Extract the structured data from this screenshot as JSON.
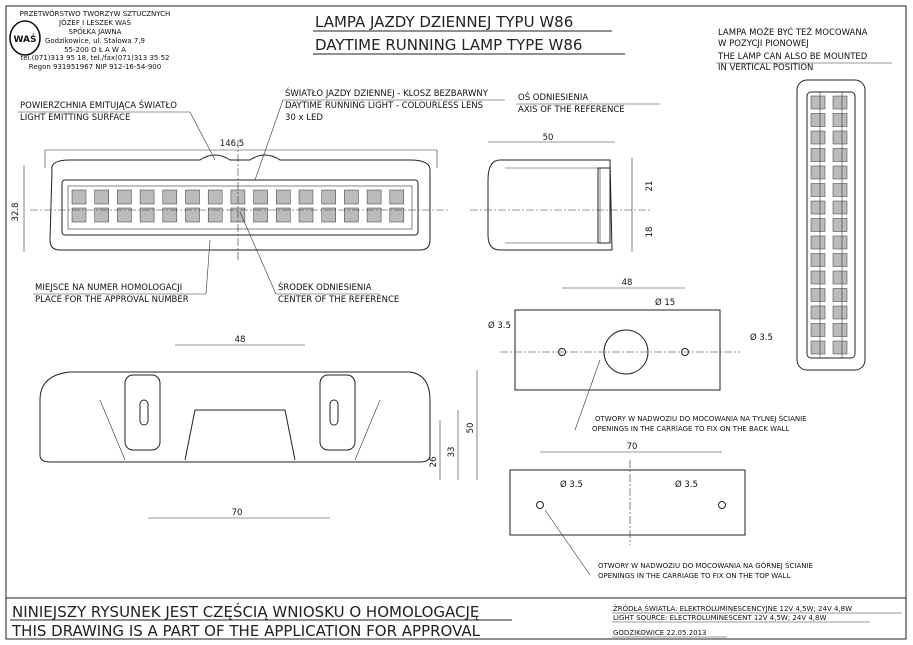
{
  "company": {
    "logo_text": "WAŚ",
    "lines": [
      "PRZETWÓRSTWO TWORZYW SZTUCZNYCH",
      "JÓZEF I LESZEK WAŚ",
      "SPÓŁKA JAWNA",
      "Godzikowice, ul. Stalowa 7,9",
      "55-200  O Ł A W A",
      "tel.(071)313 95 18, tel./fax(071)313 35 52",
      "Regon 931951967 NIP 912-16-54-900"
    ]
  },
  "title": {
    "pl": "LAMPA JAZDY DZIENNEJ TYPU W86",
    "en": "DAYTIME RUNNING LAMP TYPE W86"
  },
  "vertical_note": [
    "LAMPA MOŻE BYĆ TEŻ MOCOWANA",
    "W POZYCJI PIONOWEJ",
    "THE LAMP CAN ALSO BE MOUNTED",
    "IN VERTICAL POSITION"
  ],
  "labels": {
    "emitting_pl": "POWIERZCHNIA EMITUJĄCA ŚWIATŁO",
    "emitting_en": "LIGHT EMITTING SURFACE",
    "drl_pl": "ŚWIATŁO JAZDY DZIENNEJ - KLOSZ BEZBARWNY",
    "drl_en": "DAYTIME RUNNING LIGHT - COLOURLESS LENS",
    "led_count": "30 x LED",
    "axis_pl": "OŚ ODNIESIENIA",
    "axis_en": "AXIS OF THE REFERENCE",
    "approval_pl": "MIEJSCE NA NUMER HOMOLOGACJI",
    "approval_en": "PLACE FOR THE APPROVAL NUMBER",
    "center_pl": "ŚRODEK ODNIESIENIA",
    "center_en": "CENTER OF THE REFERENCE",
    "back_wall_pl": "OTWORY W NADWOZIU DO MOCOWANIA NA TYLNEJ ŚCIANIE",
    "back_wall_en": "OPENINGS IN THE CARRIAGE TO FIX ON THE BACK WALL",
    "top_wall_pl": "OTWORY W NADWOZIU DO MOCOWANIA NA GÓRNEJ ŚCIANIE",
    "top_wall_en": "OPENINGS IN THE CARRIAGE TO FIX ON THE TOP WALL"
  },
  "dimensions": {
    "width": "146.5",
    "height": "32.8",
    "depth": "50",
    "side_upper": "21",
    "side_lower": "18",
    "back_spacing": "48",
    "back_hole": "Ø 15",
    "back_screw_left": "Ø 3.5",
    "back_screw_right": "Ø 3.5",
    "bottom_spacing_top": "48",
    "bottom_spacing": "70",
    "bottom_h1": "26",
    "bottom_h2": "33",
    "bottom_h3": "50",
    "top_spacing": "70",
    "top_screw_left": "Ø 3.5",
    "top_screw_right": "Ø 3.5"
  },
  "footer": {
    "statement_pl": "NINIEJSZY RYSUNEK JEST CZĘŚCIĄ WNIOSKU O  HOMOLOGACJĘ",
    "statement_en": "THIS DRAWING IS A PART OF THE APPLICATION FOR  APPROVAL",
    "source_pl": "ŹRÓDŁA ŚWIATŁA: ELEKTROLUMINESCENCYJNE    12V  4,5W; 24V  4,8W",
    "source_en": "LIGHT SOURCE: ELECTROLUMINESCENT     12V  4,5W; 24V  4,8W",
    "place_date": "GODZIKOWICE   22.05.2013"
  }
}
